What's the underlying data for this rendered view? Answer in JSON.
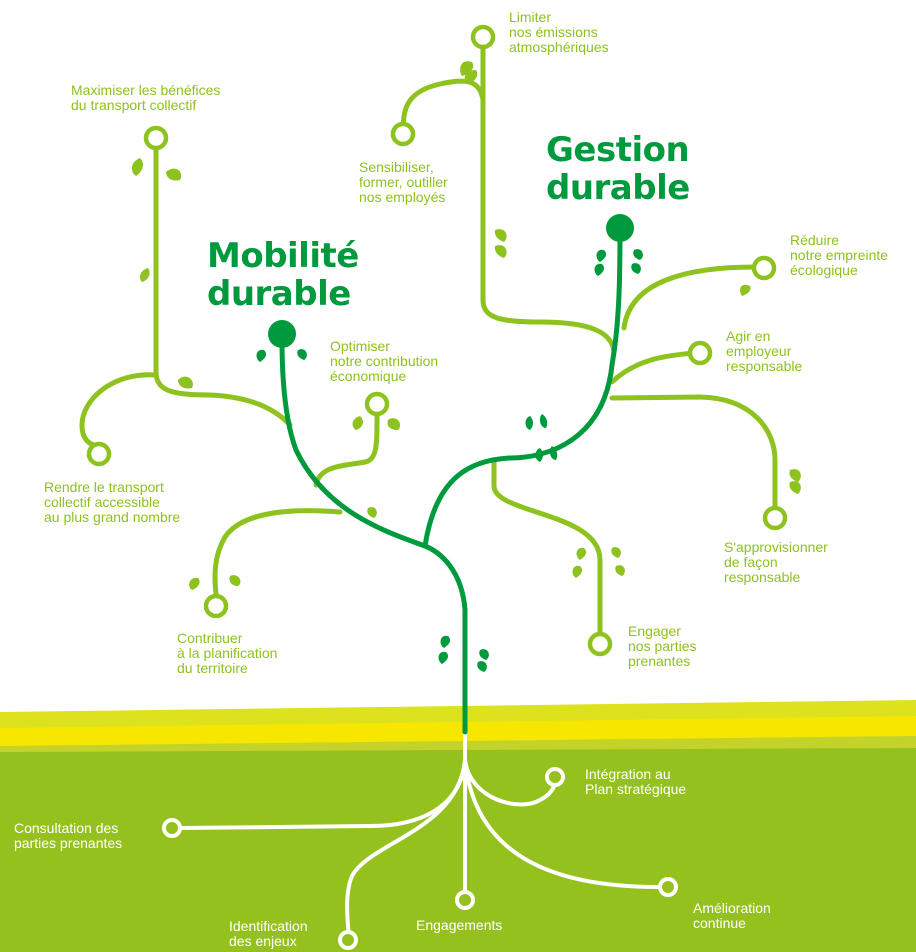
{
  "titles": {
    "gestion": "Gestion\ndurable",
    "mobilite": "Mobilité\ndurable"
  },
  "branches": {
    "limiter": "Limiter\nnos émissions\natmosphériques",
    "maximiser": "Maximiser les bénéfices\ndu transport collectif",
    "sensibiliser": "Sensibiliser,\nformer, outiller\nnos employés",
    "reduire": "Réduire\nnotre empreinte\nécologique",
    "optimiser": "Optimiser\nnotre contribution\néconomique",
    "agir": "Agir en\nemployeur\nresponsable",
    "rendre": "Rendre le transport\ncollectif accessible\nau plus grand nombre",
    "approvisionner": "S'approvisionner\nde façon\nresponsable",
    "engager": "Engager\nnos parties\nprenantes",
    "contribuer": "Contribuer\nà la planification\ndu territoire"
  },
  "roots": {
    "integration": "Intégration au\nPlan stratégique",
    "consultation": "Consultation des\nparties prenantes",
    "amelioration": "Amélioration\ncontinue",
    "identification": "Identification\ndes enjeux",
    "engagements": "Engagements"
  },
  "colors": {
    "dark_green": "#009a3e",
    "light_green": "#8dc21f",
    "ground": "#95c11f",
    "yellow_band": "#f7e600",
    "yellow_light": "#dde21e"
  }
}
